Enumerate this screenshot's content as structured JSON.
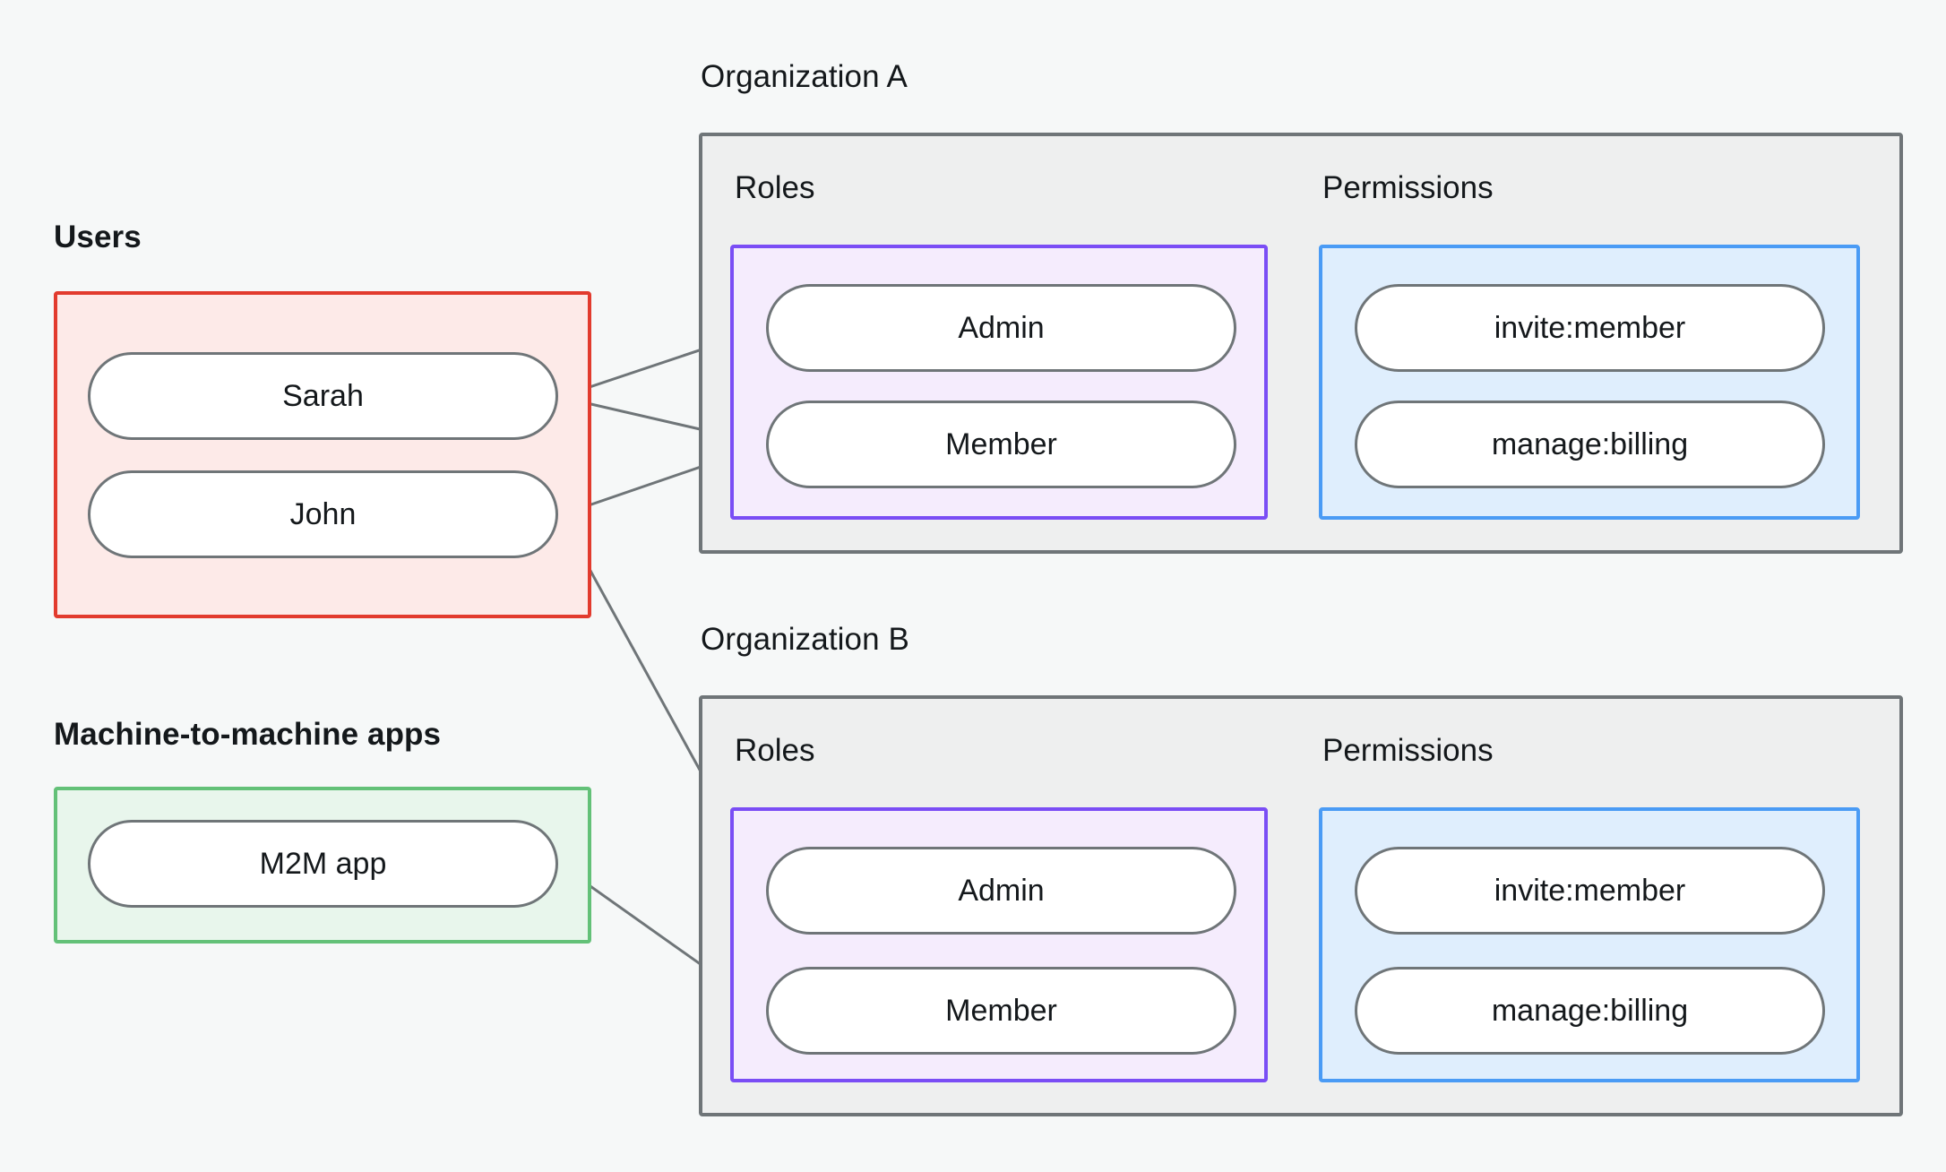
{
  "diagram": {
    "title": "RBAC organization roles and permissions diagram",
    "background_color": "#f6f8f8"
  },
  "colors": {
    "users_border": "#e23b2e",
    "users_fill": "#fdeae8",
    "m2m_border": "#63c178",
    "m2m_fill": "#e8f6ec",
    "org_border": "#6f7578",
    "org_fill": "#eeefef",
    "roles_border": "#7a4df5",
    "roles_fill": "#f5ecfd",
    "perms_border": "#4a9bf5",
    "perms_fill": "#dfeefd",
    "node_border": "#6f7578",
    "node_fill": "#ffffff",
    "edge": "#6f7578",
    "text": "#14181b"
  },
  "left_column": {
    "users": {
      "caption": "Users",
      "items": [
        {
          "label": "Sarah"
        },
        {
          "label": "John"
        }
      ]
    },
    "m2m": {
      "caption": "Machine-to-machine apps",
      "items": [
        {
          "label": "M2M app"
        }
      ]
    }
  },
  "organizations": [
    {
      "caption": "Organization A",
      "roles": {
        "label": "Roles",
        "items": [
          {
            "label": "Admin"
          },
          {
            "label": "Member"
          }
        ]
      },
      "permissions": {
        "label": "Permissions",
        "items": [
          {
            "label": "invite:member"
          },
          {
            "label": "manage:billing"
          }
        ]
      }
    },
    {
      "caption": "Organization B",
      "roles": {
        "label": "Roles",
        "items": [
          {
            "label": "Admin"
          },
          {
            "label": "Member"
          }
        ]
      },
      "permissions": {
        "label": "Permissions",
        "items": [
          {
            "label": "invite:member"
          },
          {
            "label": "manage:billing"
          }
        ]
      }
    }
  ],
  "connections": [
    {
      "from": "Sarah",
      "to": "Organization A / Admin"
    },
    {
      "from": "Sarah",
      "to": "Organization A / Member"
    },
    {
      "from": "John",
      "to": "Organization A / Member"
    },
    {
      "from": "John",
      "to": "Organization B / Admin"
    },
    {
      "from": "M2M app",
      "to": "Organization B / Member"
    },
    {
      "from": "Organization A / Admin",
      "to": "Organization A / invite:member"
    },
    {
      "from": "Organization A / Admin",
      "to": "Organization A / manage:billing"
    },
    {
      "from": "Organization A / Member",
      "to": "Organization A / manage:billing"
    },
    {
      "from": "Organization B / Admin",
      "to": "Organization B / invite:member"
    },
    {
      "from": "Organization B / Admin",
      "to": "Organization B / manage:billing"
    },
    {
      "from": "Organization B / Member",
      "to": "Organization B / manage:billing"
    }
  ]
}
